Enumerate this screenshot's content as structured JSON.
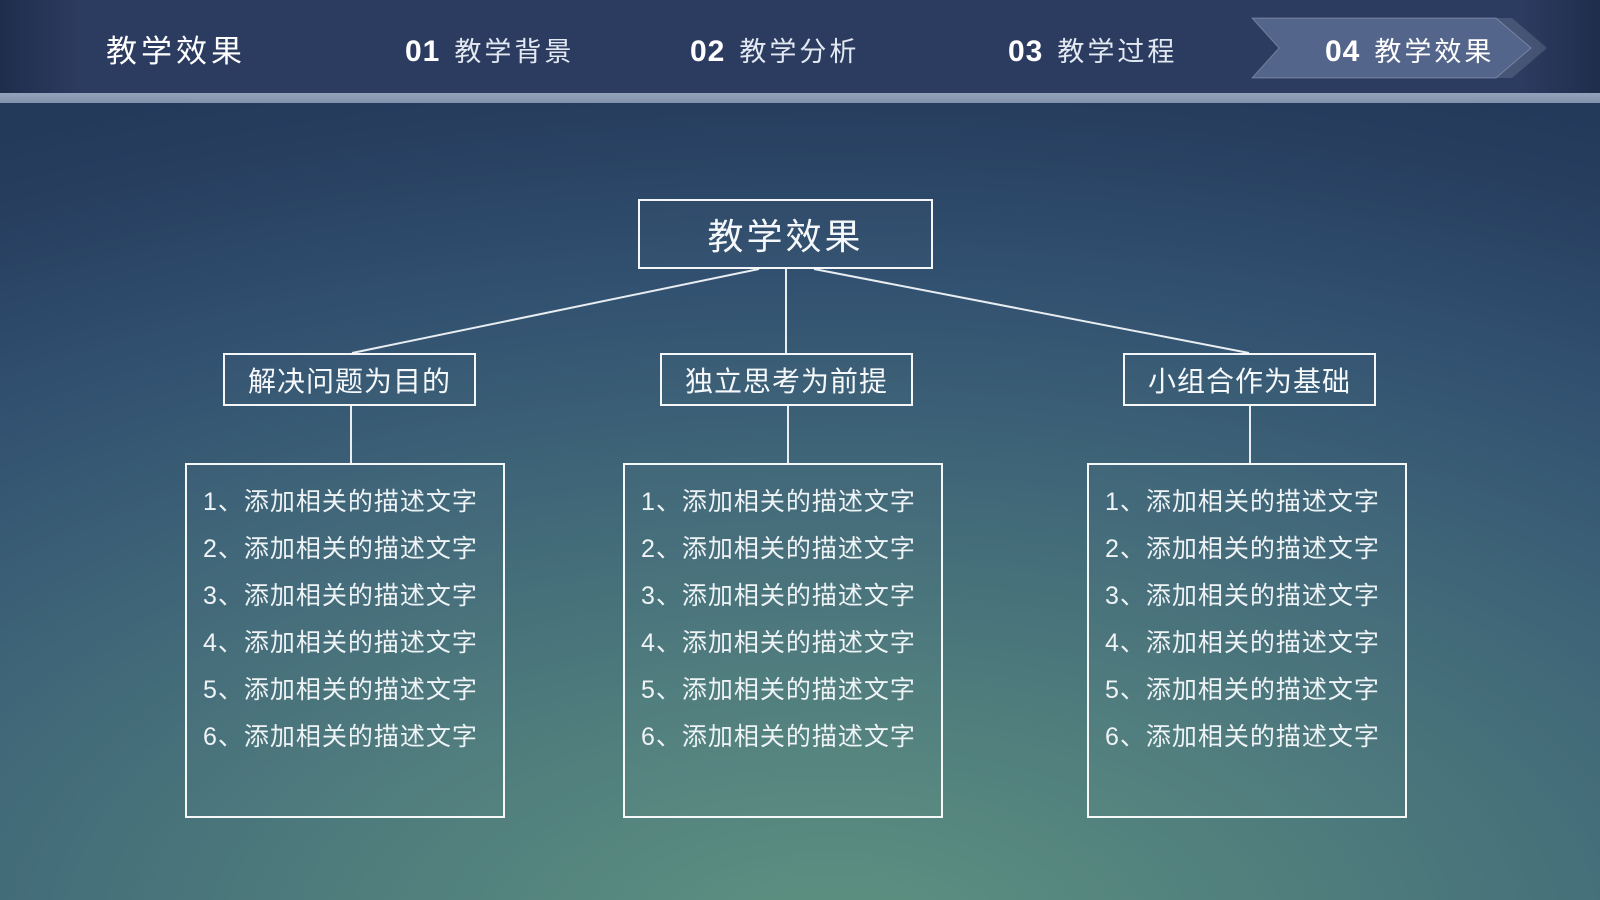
{
  "header": {
    "section_title": "教学效果",
    "nav": [
      {
        "num": "01",
        "label": "教学背景",
        "active": false
      },
      {
        "num": "02",
        "label": "教学分析",
        "active": false
      },
      {
        "num": "03",
        "label": "教学过程",
        "active": false
      },
      {
        "num": "04",
        "label": "教学效果",
        "active": true
      }
    ]
  },
  "diagram": {
    "root_title": "教学效果",
    "branches": [
      {
        "title": "解决问题为目的",
        "items": [
          {
            "n": "1、",
            "t": "添加相关的描述文字"
          },
          {
            "n": "2、",
            "t": "添加相关的描述文字"
          },
          {
            "n": "3、",
            "t": "添加相关的描述文字"
          },
          {
            "n": "4、",
            "t": "添加相关的描述文字"
          },
          {
            "n": "5、",
            "t": "添加相关的描述文字"
          },
          {
            "n": "6、",
            "t": "添加相关的描述文字"
          }
        ]
      },
      {
        "title": "独立思考为前提",
        "items": [
          {
            "n": "1、",
            "t": "添加相关的描述文字"
          },
          {
            "n": "2、",
            "t": "添加相关的描述文字"
          },
          {
            "n": "3、",
            "t": "添加相关的描述文字"
          },
          {
            "n": "4、",
            "t": "添加相关的描述文字"
          },
          {
            "n": "5、",
            "t": "添加相关的描述文字"
          },
          {
            "n": "6、",
            "t": "添加相关的描述文字"
          }
        ]
      },
      {
        "title": "小组合作为基础",
        "items": [
          {
            "n": "1、",
            "t": "添加相关的描述文字"
          },
          {
            "n": "2、",
            "t": "添加相关的描述文字"
          },
          {
            "n": "3、",
            "t": "添加相关的描述文字"
          },
          {
            "n": "4、",
            "t": "添加相关的描述文字"
          },
          {
            "n": "5、",
            "t": "添加相关的描述文字"
          },
          {
            "n": "6、",
            "t": "添加相关的描述文字"
          }
        ]
      }
    ]
  },
  "colors": {
    "header_bg": "#2c3c60",
    "divider": "#8a9ab2",
    "active_tab_fill": "#54658b",
    "text": "#ffffff",
    "bg_center_green": "#5f9281",
    "bg_edge_navy": "#243a5b",
    "line": "#f2f6f8"
  }
}
